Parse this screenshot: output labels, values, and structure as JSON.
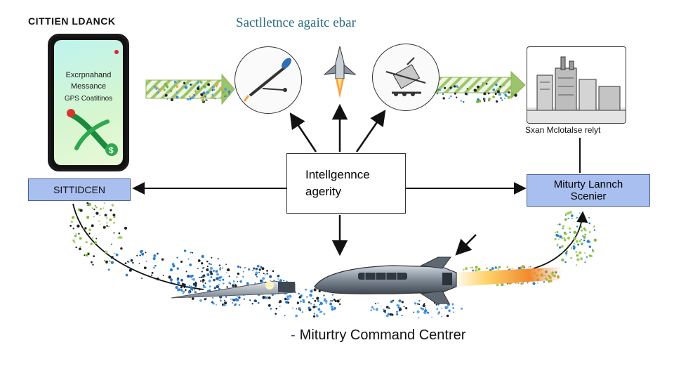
{
  "header": {
    "top_left_label": "CITTIEN LDANCK",
    "title": "Sactlletnce agaitc ebar"
  },
  "phone": {
    "line1": "Excrpnahand",
    "line2": "Messance",
    "line3": "GPS Coatitinos"
  },
  "nodes": {
    "left_box": "SITTIDCEN",
    "center_box_line1": "Intellgennce",
    "center_box_line2": "agerity",
    "right_box_line1": "Miturty Lannch",
    "right_box_line2": "Scenier",
    "factory_caption": "Sxan Mclotalse relyt"
  },
  "footer": {
    "dash": "-",
    "label": "Miturtry Command Centrer"
  },
  "colors": {
    "box_blue": "#a9bff0",
    "title_teal": "#2a6c7d",
    "footer_blue": "#2d4e9e",
    "accent_orange": "#f59a3a",
    "stripe_green": "#7fb83b"
  }
}
